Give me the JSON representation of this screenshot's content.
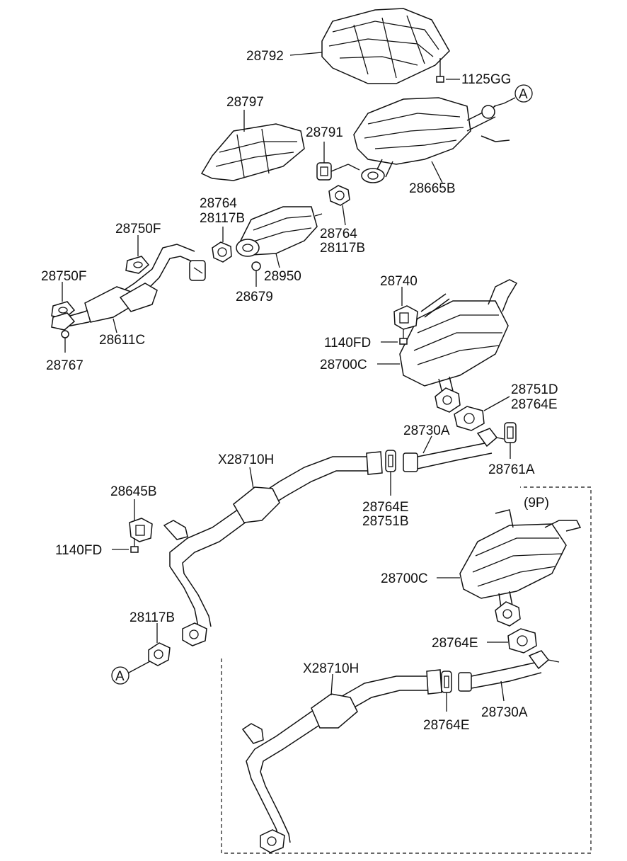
{
  "labels": {
    "p28792": "28792",
    "p1125gg": "1125GG",
    "ref_a_top": "A",
    "p28797": "28797",
    "p28791": "28791",
    "p28665b": "28665B",
    "p28764_a": "28764",
    "p28117b_a": "28117B",
    "p28764_b": "28764",
    "p28117b_b": "28117B",
    "p28750f_top": "28750F",
    "p28750f_left": "28750F",
    "p28950": "28950",
    "p28679": "28679",
    "p28611c": "28611C",
    "p28767": "28767",
    "p28740": "28740",
    "p1140fd_a": "1140FD",
    "p28700c_a": "28700C",
    "p28751d": "28751D",
    "p28764e_a": "28764E",
    "p28730a_a": "28730A",
    "p28761a": "28761A",
    "px28710h_a": "X28710H",
    "p28764e_b": "28764E",
    "p28751b": "28751B",
    "p28645b": "28645B",
    "p1140fd_b": "1140FD",
    "p28117b_c": "28117B",
    "ref_a_bottom": "A",
    "variant_9p": "(9P)",
    "p28700c_b": "28700C",
    "p28764e_c": "28764E",
    "px28710h_b": "X28710H",
    "p28764e_d": "28764E",
    "p28730a_b": "28730A"
  }
}
